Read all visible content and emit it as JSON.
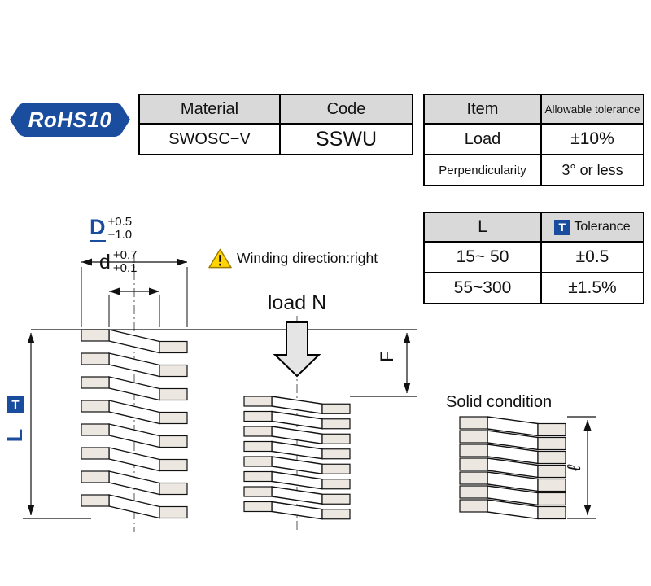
{
  "badge": {
    "label": "RoHS10"
  },
  "material_table": {
    "headers": [
      "Material",
      "Code"
    ],
    "rows": [
      [
        "SWOSC−V",
        "SSWU"
      ]
    ]
  },
  "spec_table": {
    "headers": [
      "Item",
      "Allowable tolerance"
    ],
    "rows": [
      [
        "Load",
        "±10%"
      ],
      [
        "Perpendicularity",
        "3° or less"
      ]
    ]
  },
  "length_tolerance_table": {
    "col_l_header": "L",
    "tolerance_icon": "T",
    "col_tol_header": "Tolerance",
    "rows": [
      [
        "15~ 50",
        "±0.5"
      ],
      [
        "55~300",
        "±1.5%"
      ]
    ]
  },
  "diagram": {
    "dim_outer": {
      "label": "D",
      "tol_upper": "+0.5",
      "tol_lower": "−1.0"
    },
    "dim_inner": {
      "label": "d",
      "tol_upper": "+0.7",
      "tol_lower": "+0.1"
    },
    "warning_text": "Winding direction:right",
    "load_label": "load N",
    "deflection_label": "F",
    "free_length_label": "L",
    "tolerance_box_label": "T",
    "solid_condition_label": "Solid condition",
    "solid_length_label": "ℓ"
  },
  "colors": {
    "accent_blue": "#1a4d9d",
    "table_header_gray": "#d9d9d9",
    "warning_yellow": "#ffd400"
  }
}
